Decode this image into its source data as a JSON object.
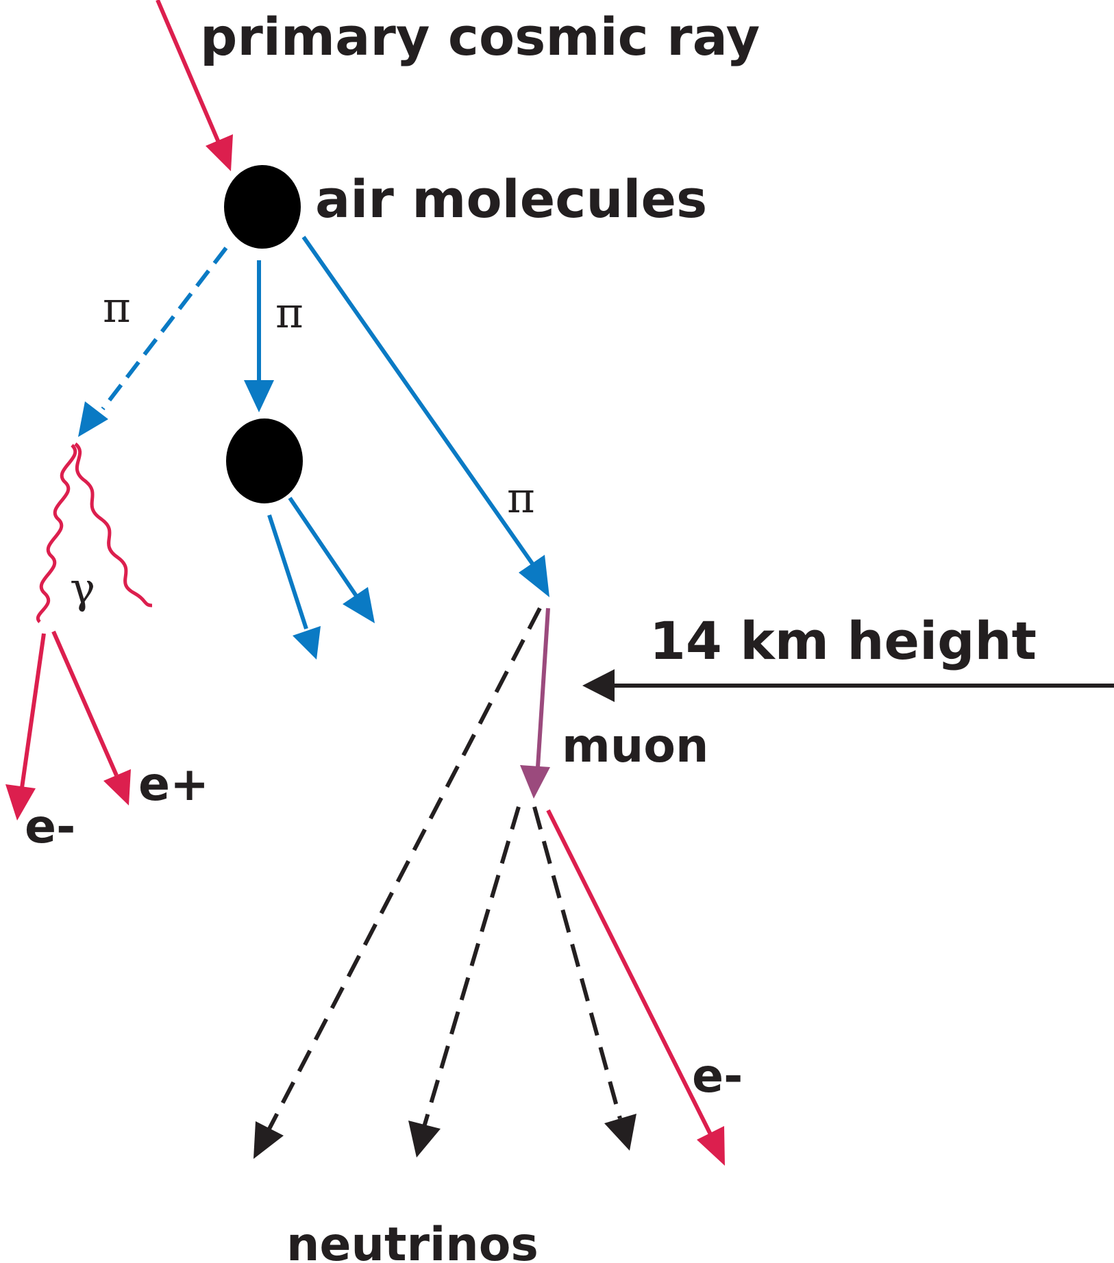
{
  "labels": {
    "primary": "primary cosmic ray",
    "air": "air molecules",
    "pi_left": "π",
    "pi_mid": "π",
    "pi_right": "π",
    "gamma": "γ",
    "e_plus": "e+",
    "e_minus_left": "e-",
    "height": "14 km height",
    "muon": "muon",
    "e_minus_right": "e-",
    "neutrinos": "neutrinos"
  },
  "colors": {
    "red": "#dc1f4e",
    "blue": "#0a7ac4",
    "black": "#231f20",
    "purple": "#9b4a7d"
  }
}
